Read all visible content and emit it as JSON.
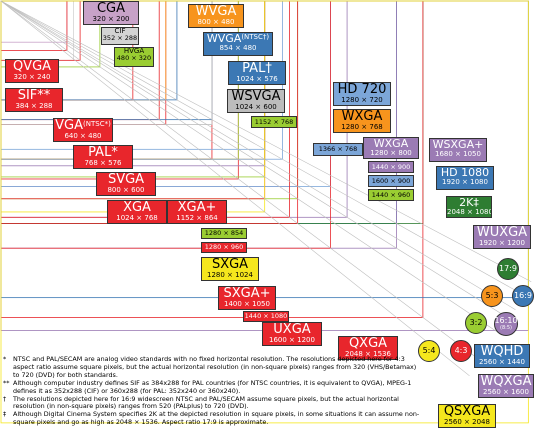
{
  "resolutions": [
    {
      "id": "cga",
      "name": "CGA",
      "dims": "320 × 200",
      "fill": "#c8a2c8",
      "text_color": "#000"
    },
    {
      "id": "cif",
      "name": "CIF",
      "dims": "352 × 288",
      "fill": "#d3d3d3",
      "text_color": "#000"
    },
    {
      "id": "hvga",
      "name": "HVGA",
      "dims": "480 × 320",
      "fill": "#9acd32",
      "text_color": "#000"
    },
    {
      "id": "qvga",
      "name": "QVGA",
      "dims": "320 × 240",
      "fill": "#e8262c",
      "text_color": "#fff"
    },
    {
      "id": "sif",
      "name": "SIF**",
      "dims": "384 × 288",
      "fill": "#e8262c",
      "text_color": "#fff"
    },
    {
      "id": "vga",
      "name": "VGA",
      "sup": "(NTSC*)",
      "dims": "640 × 480",
      "fill": "#e8262c",
      "text_color": "#fff"
    },
    {
      "id": "pal",
      "name": "PAL*",
      "dims": "768 × 576",
      "fill": "#e8262c",
      "text_color": "#fff"
    },
    {
      "id": "svga",
      "name": "SVGA",
      "dims": "800 × 600",
      "fill": "#e8262c",
      "text_color": "#fff"
    },
    {
      "id": "xga",
      "name": "XGA",
      "dims": "1024 × 768",
      "fill": "#e8262c",
      "text_color": "#fff"
    },
    {
      "id": "xga_plus",
      "name": "XGA+",
      "dims": "1152 × 864",
      "fill": "#e8262c",
      "text_color": "#fff"
    },
    {
      "id": "wvga_top",
      "name": "WVGA",
      "dims": "800 × 480",
      "fill": "#f7941d",
      "text_color": "#fff"
    },
    {
      "id": "wvga_ntsc",
      "name": "WVGA",
      "sup": "(NTSC†)",
      "dims": "854 × 480",
      "fill": "#3c78b4",
      "text_color": "#fff"
    },
    {
      "id": "pal_dagger",
      "name": "PAL†",
      "dims": "1024 × 576",
      "fill": "#3c78b4",
      "text_color": "#fff"
    },
    {
      "id": "wsvga",
      "name": "WSVGA",
      "dims": "1024 × 600",
      "fill": "#bcbcbc",
      "text_color": "#000"
    },
    {
      "id": "r1152x768",
      "name": "",
      "dims": "1152 × 768",
      "fill": "#9acd32",
      "text_color": "#000"
    },
    {
      "id": "hd720",
      "name": "HD 720",
      "dims": "1280 × 720",
      "fill": "#7ca6d8",
      "text_color": "#000"
    },
    {
      "id": "wxga_orange",
      "name": "WXGA",
      "dims": "1280 × 768",
      "fill": "#f7941d",
      "text_color": "#000"
    },
    {
      "id": "r1366x768",
      "name": "",
      "dims": "1366 × 768",
      "fill": "#7ca6d8",
      "text_color": "#000"
    },
    {
      "id": "wxga_purple",
      "name": "WXGA",
      "dims": "1280 × 800",
      "fill": "#9b7bb4",
      "text_color": "#fff"
    },
    {
      "id": "r1440x900",
      "name": "",
      "dims": "1440 × 900",
      "fill": "#9b7bb4",
      "text_color": "#fff"
    },
    {
      "id": "r1600x900",
      "name": "",
      "dims": "1600 × 900",
      "fill": "#7ca6d8",
      "text_color": "#000"
    },
    {
      "id": "r1440x960",
      "name": "",
      "dims": "1440 × 960",
      "fill": "#9acd32",
      "text_color": "#000"
    },
    {
      "id": "wsxga_plus",
      "name": "WSXGA+",
      "dims": "1680 × 1050",
      "fill": "#9b7bb4",
      "text_color": "#fff"
    },
    {
      "id": "hd1080",
      "name": "HD 1080",
      "dims": "1920 × 1080",
      "fill": "#3c78b4",
      "text_color": "#fff"
    },
    {
      "id": "twok",
      "name": "2K‡",
      "dims": "2048 × 1080",
      "fill": "#2e7d32",
      "text_color": "#fff"
    },
    {
      "id": "wuxga",
      "name": "WUXGA",
      "dims": "1920 × 1200",
      "fill": "#9b7bb4",
      "text_color": "#fff"
    },
    {
      "id": "r1280x854",
      "name": "",
      "dims": "1280 × 854",
      "fill": "#9acd32",
      "text_color": "#000"
    },
    {
      "id": "r1280x960",
      "name": "",
      "dims": "1280 × 960",
      "fill": "#e8262c",
      "text_color": "#fff"
    },
    {
      "id": "sxga_yellow",
      "name": "SXGA",
      "dims": "1280 × 1024",
      "fill": "#f5e71d",
      "text_color": "#000"
    },
    {
      "id": "sxga_plus",
      "name": "SXGA+",
      "dims": "1400 × 1050",
      "fill": "#e8262c",
      "text_color": "#fff"
    },
    {
      "id": "r1440x1080",
      "name": "",
      "dims": "1440 × 1080",
      "fill": "#e8262c",
      "text_color": "#fff"
    },
    {
      "id": "uxga",
      "name": "UXGA",
      "dims": "1600 × 1200",
      "fill": "#e8262c",
      "text_color": "#fff"
    },
    {
      "id": "qxga",
      "name": "QXGA",
      "dims": "2048 × 1536",
      "fill": "#e8262c",
      "text_color": "#fff"
    },
    {
      "id": "wqhd",
      "name": "WQHD",
      "dims": "2560 × 1440",
      "fill": "#3c78b4",
      "text_color": "#fff"
    },
    {
      "id": "wqxga",
      "name": "WQXGA",
      "dims": "2560 × 1600",
      "fill": "#9b7bb4",
      "text_color": "#fff"
    },
    {
      "id": "qsxga",
      "name": "QSXGA",
      "dims": "2560 × 2048",
      "fill": "#f5e71d",
      "text_color": "#000"
    }
  ],
  "aspect_ratios": [
    {
      "id": "a17_9",
      "label": "17:9",
      "sub": "",
      "fill": "#2e7d32",
      "text_color": "#fff"
    },
    {
      "id": "a5_3",
      "label": "5:3",
      "sub": "",
      "fill": "#f7941d",
      "text_color": "#000"
    },
    {
      "id": "a16_9",
      "label": "16:9",
      "sub": "",
      "fill": "#3c78b4",
      "text_color": "#fff"
    },
    {
      "id": "a3_2",
      "label": "3:2",
      "sub": "",
      "fill": "#9acd32",
      "text_color": "#000"
    },
    {
      "id": "a16_10",
      "label": "16:10",
      "sub": "(8:5)",
      "fill": "#9b7bb4",
      "text_color": "#fff"
    },
    {
      "id": "a5_4",
      "label": "5:4",
      "sub": "",
      "fill": "#f5e71d",
      "text_color": "#000"
    },
    {
      "id": "a4_3",
      "label": "4:3",
      "sub": "",
      "fill": "#e8262c",
      "text_color": "#fff"
    }
  ],
  "notes": [
    {
      "mark": "*",
      "text": "NTSC and PAL/SECAM are analog video standards with no fixed horizontal resolution. The resolutions depicted here for 4:3 aspect ratio assume square pixels, but the actual horizontal resolution (in non-square pixels) ranges from 320 (VHS/Betamax) to 720 (DVD) for both standards."
    },
    {
      "mark": "**",
      "text": "Although computer industry defines SIF as 384x288 for PAL countries (for NTSC countries, it is equivalent to QVGA), MPEG-1 defines it as 352x288 (CIF) or 360x288 (for PAL: 352x240 or 360x240)."
    },
    {
      "mark": "†",
      "text": "The resolutions depicted here for 16:9 widescreen NTSC and PAL/SECAM assume square pixels, but the actual horizontal resolution (in non-square pixels) ranges from 520 (PALplus) to 720 (DVD)."
    },
    {
      "mark": "‡",
      "text": "Although Digital Cinema System specifies 2K at the depicted resolution in square pixels, in some situations it can assume non-square pixels and go as high as 2048 × 1536. Aspect ratio 17:9 is approximate."
    }
  ]
}
